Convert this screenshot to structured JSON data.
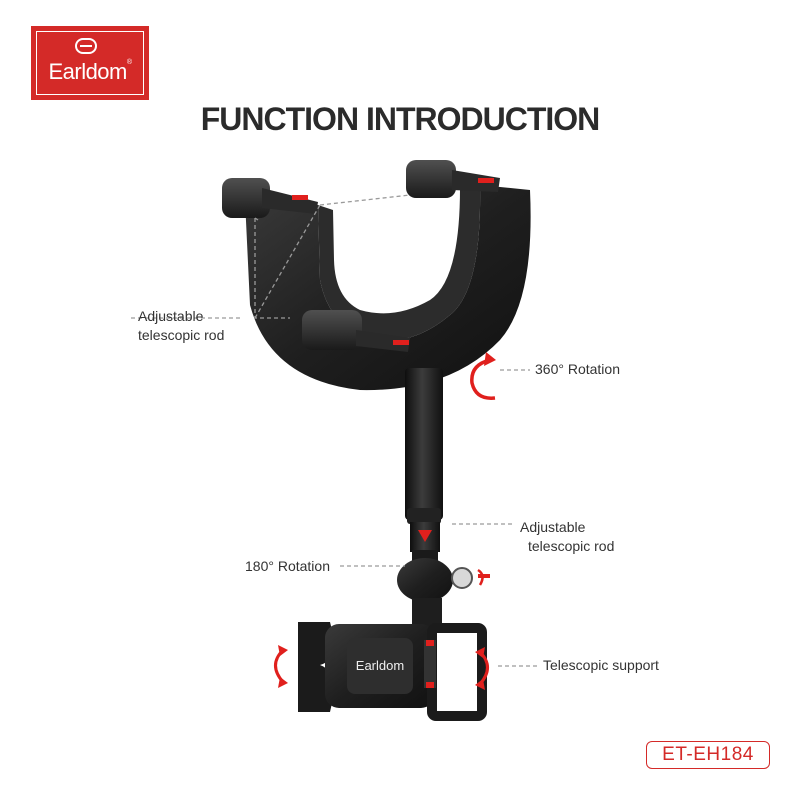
{
  "brand": {
    "name": "Earldom",
    "registered_mark": "®"
  },
  "headline": "FUNCTION INTRODUCTION",
  "features": [
    {
      "line1": "Adjustable",
      "line2": "telescopic rod"
    },
    {
      "line1": "360° Rotation"
    },
    {
      "line1": "Adjustable",
      "line2": "telescopic rod"
    },
    {
      "line1": "180° Rotation"
    },
    {
      "line1": "Telescopic support"
    }
  ],
  "clamp_logo": "Earldom",
  "model": "ET-EH184",
  "colors": {
    "brand_red": "#d42a28",
    "product_black": "#1c1c1c",
    "arrow_red": "#e0201d"
  }
}
